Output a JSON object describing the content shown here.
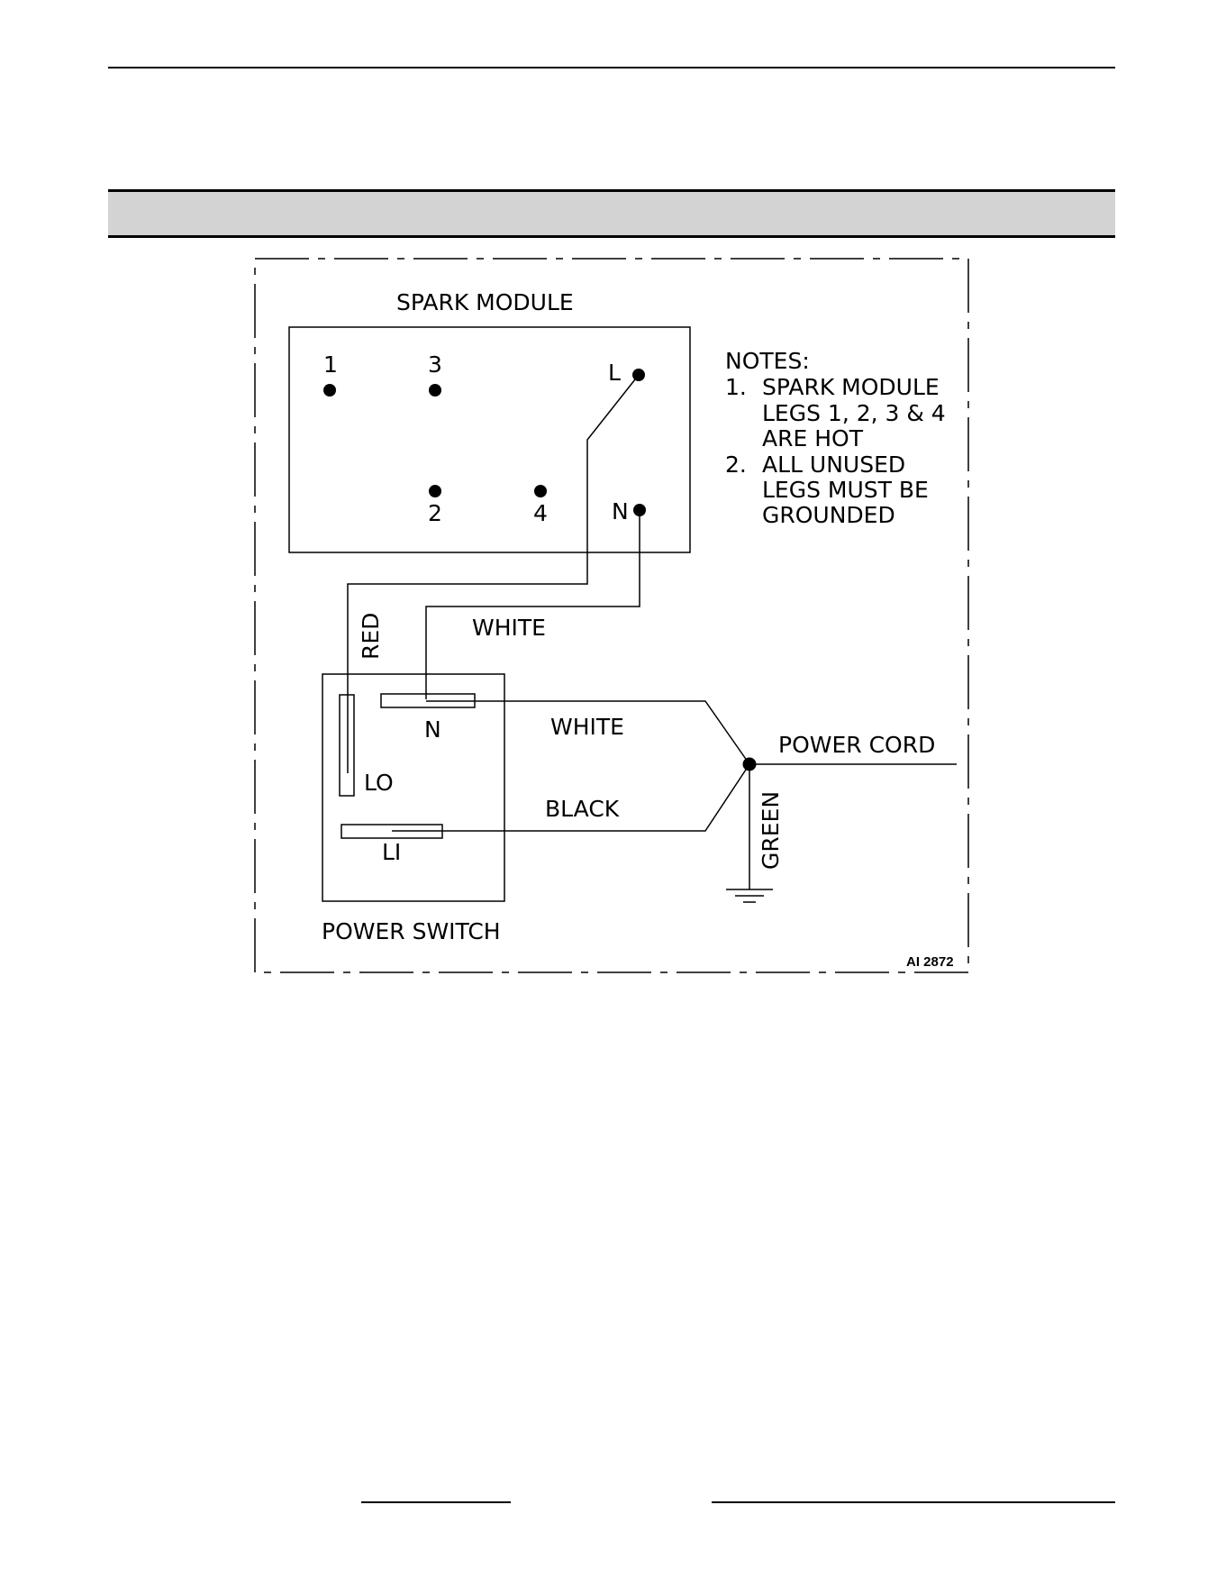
{
  "diagram": {
    "spark_module": {
      "label": "SPARK MODULE",
      "terminals": [
        "1",
        "3",
        "L",
        "2",
        "4",
        "N"
      ]
    },
    "notes": {
      "heading": "NOTES:",
      "items": [
        {
          "number": "1.",
          "lines": [
            "SPARK MODULE",
            "LEGS 1, 2, 3 & 4",
            "ARE HOT"
          ]
        },
        {
          "number": "2.",
          "lines": [
            "ALL UNUSED",
            "LEGS MUST BE",
            "GROUNDED"
          ]
        }
      ]
    },
    "wires": {
      "red": "RED",
      "white_upper": "WHITE",
      "white_lower": "WHITE",
      "black": "BLACK",
      "green": "GREEN"
    },
    "power_switch": {
      "label": "POWER SWITCH",
      "terminals": [
        "N",
        "LO",
        "LI"
      ]
    },
    "power_cord": "POWER CORD",
    "figure_id": "AI 2872"
  }
}
